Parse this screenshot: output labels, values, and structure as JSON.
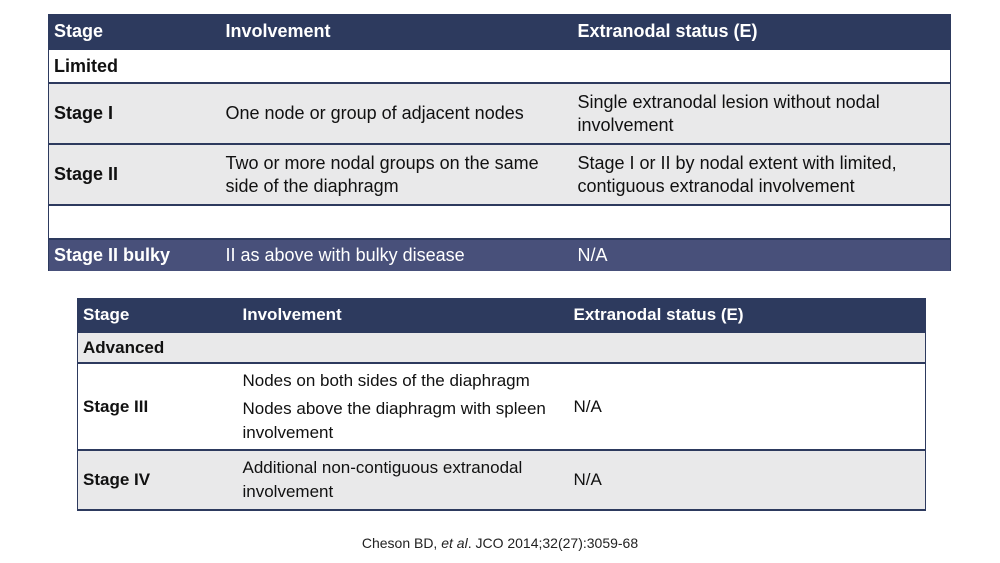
{
  "limited_table": {
    "headers": [
      "Stage",
      "Involvement",
      "Extranodal status (E)"
    ],
    "section_label": "Limited",
    "rows": [
      {
        "stage": "Stage I",
        "involvement": "One node or group of adjacent nodes",
        "extranodal": "Single extranodal lesion without nodal involvement"
      },
      {
        "stage": "Stage II",
        "involvement": "Two or more nodal groups on the same side of the diaphragm",
        "extranodal": "Stage I or II by nodal extent with limited, contiguous extranodal involvement"
      }
    ],
    "bulky_row": {
      "stage": "Stage II bulky",
      "involvement": "II as above with bulky disease",
      "extranodal": "N/A"
    }
  },
  "advanced_table": {
    "headers": [
      "Stage",
      "Involvement",
      "Extranodal status (E)"
    ],
    "section_label": "Advanced",
    "rows": [
      {
        "stage": "Stage III",
        "involvement_lines": [
          "Nodes on both sides of the diaphragm",
          "Nodes above the diaphragm with spleen involvement"
        ],
        "extranodal": "N/A"
      },
      {
        "stage": "Stage IV",
        "involvement": "Additional non-contiguous extranodal involvement",
        "extranodal": "N/A"
      }
    ]
  },
  "citation": {
    "author": "Cheson BD, ",
    "etal": "et al",
    "rest": ". JCO 2014;32(27):3059-68"
  },
  "colors": {
    "header_navy": "#2d3a5e",
    "bulky_row": "#48507a",
    "row_gray": "#e9e9ea"
  }
}
